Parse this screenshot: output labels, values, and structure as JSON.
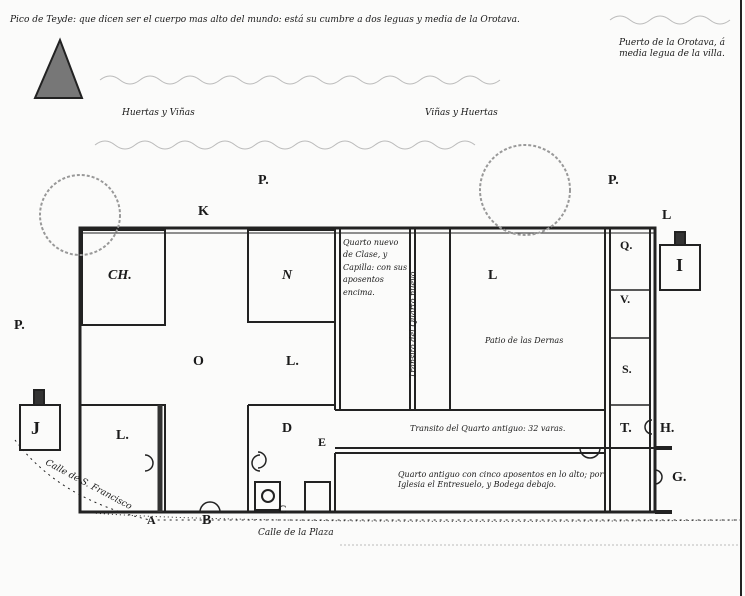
{
  "notes": {
    "peak": "Pico de Teyde: que dicen ser el cuerpo mas alto del mundo: está su cumbre a dos leguas y media de la Orotava.",
    "port": "Puerto de la Orotava, á media legua de la villa."
  },
  "fields": [
    "Huertas y Viñas",
    "Viñas y Huertas"
  ],
  "streets": [
    "Calle de S. Francisco",
    "Calle de la Plaza"
  ],
  "rooms": {
    "new_quarter": "Quarto nuevo de Clase, y Capilla: con sus aposentos encima.",
    "new_transit": "Transito del Quarto nuevo",
    "patio": "Patio de las Dernas",
    "old_transit": "Transito del Quarto antiguo: 32 varas.",
    "old_quarter": "Quarto antiguo con cinco aposentos en lo alto; por Iglesia el Entresuelo, y Bodega debajo."
  },
  "letters": {
    "P1": "P.",
    "P2": "P.",
    "P3": "P.",
    "K": "K",
    "L_top": "L",
    "CH": "CH.",
    "N": "N",
    "O": "O",
    "L_mid": "L.",
    "L_patio": "L",
    "L_low": "L.",
    "D": "D",
    "E": "E",
    "Q": "Q.",
    "V": "V.",
    "S": "S.",
    "T": "T.",
    "H": "H.",
    "G": "G.",
    "A": "A",
    "B": "B",
    "C": "C",
    "I": "I",
    "J": "J"
  }
}
